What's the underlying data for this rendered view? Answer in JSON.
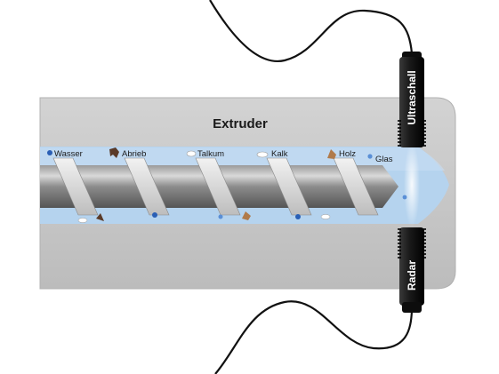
{
  "diagram": {
    "title": "Extruder",
    "materials": [
      {
        "key": "wasser",
        "label": "Wasser",
        "icon": "water-drop-icon"
      },
      {
        "key": "abrieb",
        "label": "Abrieb",
        "icon": "abrasion-icon"
      },
      {
        "key": "talkum",
        "label": "Talkum",
        "icon": "talc-icon"
      },
      {
        "key": "kalk",
        "label": "Kalk",
        "icon": "lime-icon"
      },
      {
        "key": "holz",
        "label": "Holz",
        "icon": "wood-icon"
      },
      {
        "key": "glas",
        "label": "Glas",
        "icon": "glass-bead-icon"
      }
    ],
    "sensors": {
      "top": {
        "label": "Ultraschall"
      },
      "bottom": {
        "label": "Radar"
      }
    },
    "colors": {
      "barrel": "#c9c9c9",
      "barrel_edge": "#a9a9a9",
      "melt": "#b5d3ee",
      "melt_tip": "#9cc4e8",
      "screw_light": "#d8d8d8",
      "screw_dark": "#6e6e6e",
      "sensor": "#1f1f1f",
      "cable": "#111111",
      "water_dot": "#2a5fb5",
      "wood": "#b07a4a",
      "abrasion": "#5a3a28"
    }
  }
}
